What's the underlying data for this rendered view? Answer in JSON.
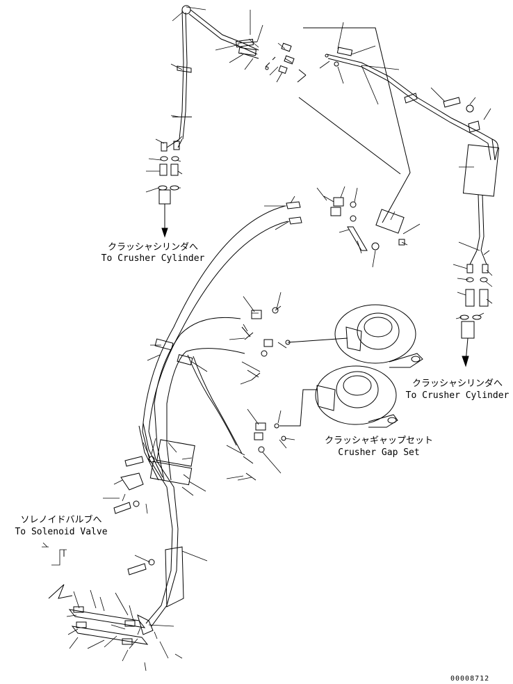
{
  "labels": {
    "crusher_cylinder_top": {
      "jp": "クラッシャシリンダへ",
      "en": "To Crusher Cylinder"
    },
    "crusher_cylinder_right": {
      "jp": "クラッシャシリンダへ",
      "en": "To Crusher Cylinder"
    },
    "crusher_gap_set": {
      "jp": "クラッシャギャップセット",
      "en": "Crusher Gap Set"
    },
    "solenoid_valve": {
      "jp": "ソレノイドバルブへ",
      "en": "To Solenoid Valve"
    }
  },
  "document_number": "00008712"
}
